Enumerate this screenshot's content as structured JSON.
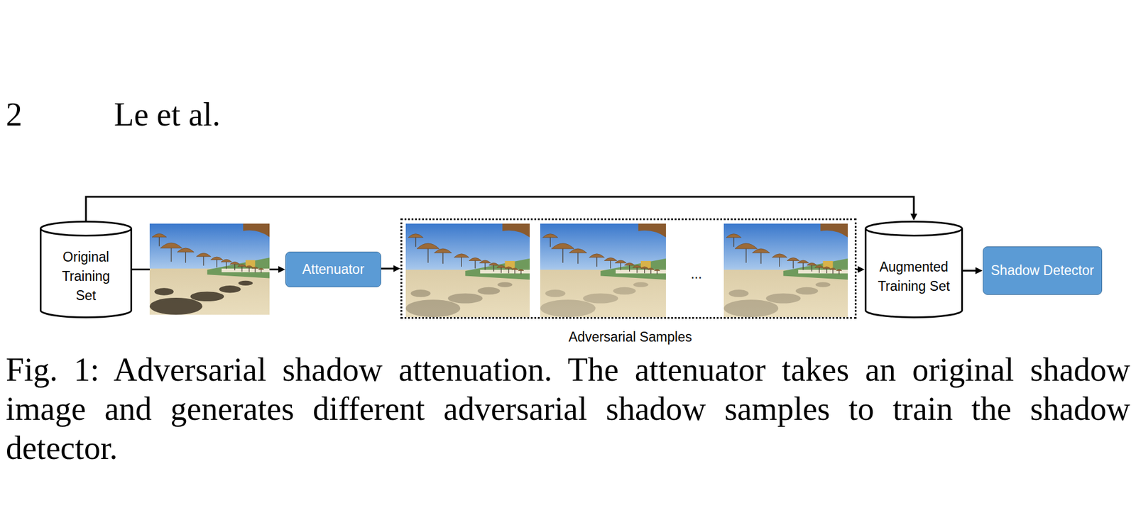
{
  "diagram": {
    "caption": "Fig. 1: Adversarial shadow attenuation. The attenuator takes an original shadow image and generates different adversarial shadow samples to train the shadow detector.",
    "nodes": [
      {
        "text": [
          "Original Training Set"
        ]
      },
      {
        "text": [
          "Attenuator"
        ]
      },
      {
        "text": [
          "...",
          "Adversarial Samples"
        ]
      },
      {
        "text": [
          "Augmented Training Set"
        ]
      },
      {
        "text": [
          "Shadow Detector"
        ]
      }
    ],
    "edges": [
      {
        "from": 0,
        "to": 1,
        "arrow": "to"
      },
      {
        "from": 1,
        "to": 2,
        "arrow": "to"
      },
      {
        "from": 2,
        "to": 3,
        "arrow": "to"
      },
      {
        "from": 0,
        "to": 3,
        "arrow": "to"
      },
      {
        "from": 3,
        "to": 4,
        "arrow": "to"
      }
    ],
    "labels": [
      "2",
      "Le et al."
    ]
  }
}
